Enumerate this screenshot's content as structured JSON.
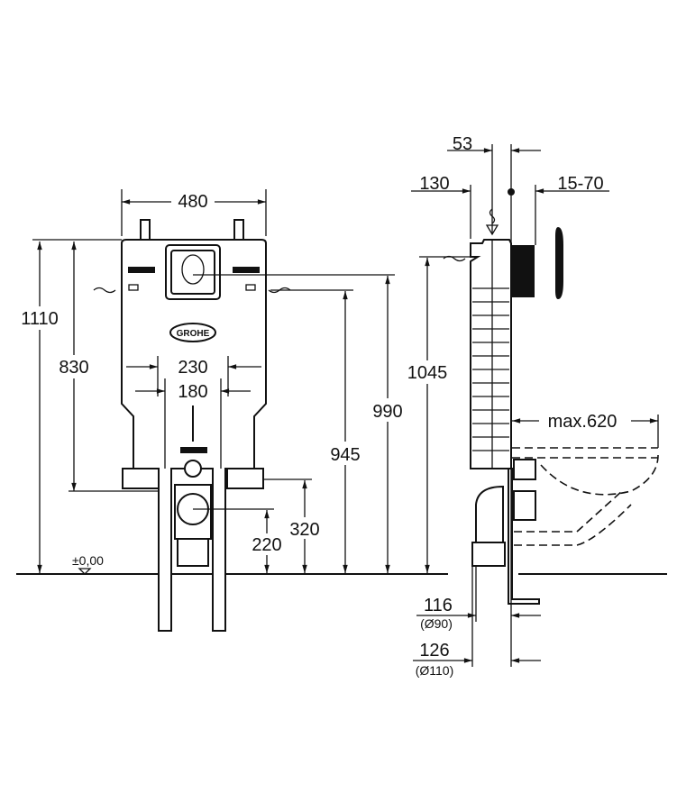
{
  "front_view": {
    "width_label": "480",
    "height_total_label": "1110",
    "height_frame_label": "830",
    "outer_spacing_label": "230",
    "inner_spacing_label": "180",
    "height_990_label": "990",
    "height_945_label": "945",
    "height_320_label": "320",
    "height_220_label": "220",
    "floor_level_label": "±0,00",
    "logo_text": "GROHE"
  },
  "side_view": {
    "depth_53_label": "53",
    "depth_130_label": "130",
    "wall_15_70_label": "15-70",
    "height_1045_label": "1045",
    "max_projection_label": "max.620",
    "pipe_116_label": "116",
    "pipe_90_label": "(Ø90)",
    "pipe_126_label": "126",
    "pipe_110_label": "(Ø110)"
  }
}
